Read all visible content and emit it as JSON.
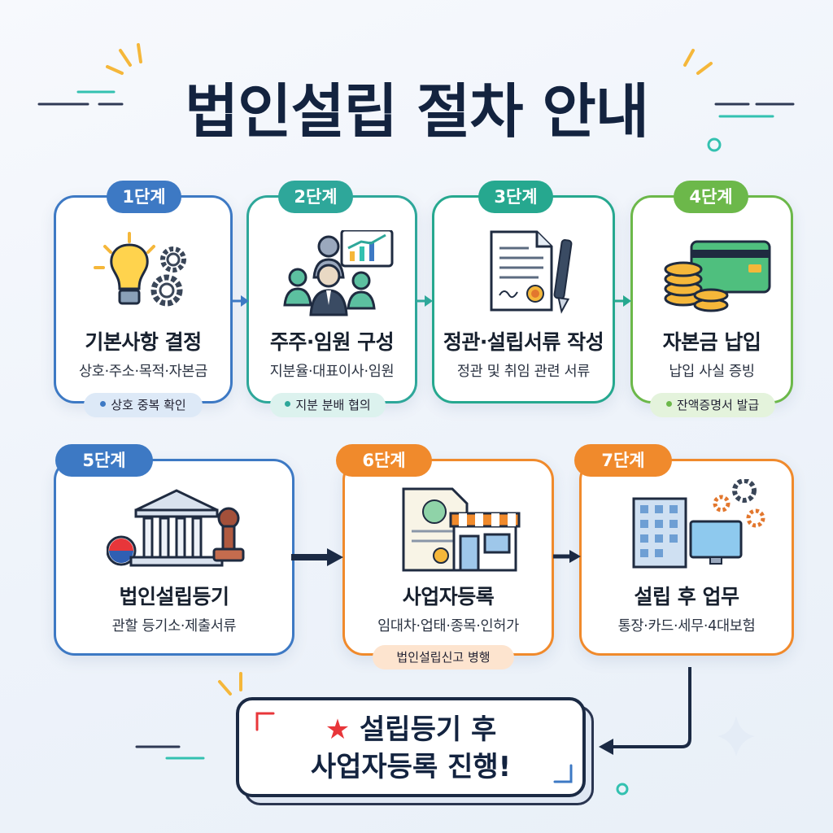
{
  "title": "법인설립 절차 안내",
  "steps": [
    {
      "badge": "1단계",
      "title": "기본사항 결정",
      "subtitle": "상호·주소·목적·자본금",
      "note": "상호 중복 확인",
      "icon": "lightbulb-gears-icon",
      "color": "#3d79c4"
    },
    {
      "badge": "2단계",
      "title": "주주·임원 구성",
      "subtitle": "지분율·대표이사·임원",
      "note": "지분 분배 협의",
      "icon": "shareholders-chart-icon",
      "color": "#2ea79a"
    },
    {
      "badge": "3단계",
      "title": "정관·설립서류 작성",
      "subtitle": "정관 및 취임 관련 서류",
      "note": "",
      "icon": "document-pen-icon",
      "color": "#26a88f"
    },
    {
      "badge": "4단계",
      "title": "자본금 납입",
      "subtitle": "납입 사실 증빙",
      "note": "잔액증명서 발급",
      "icon": "card-coins-icon",
      "color": "#6cb84a"
    },
    {
      "badge": "5단계",
      "title": "법인설립등기",
      "subtitle": "관할 등기소·제출서류",
      "note": "",
      "icon": "courthouse-stamp-icon",
      "color": "#3d79c4"
    },
    {
      "badge": "6단계",
      "title": "사업자등록",
      "subtitle": "임대차·업태·종목·인허가",
      "note": "법인설립신고 병행",
      "icon": "certificate-store-icon",
      "color": "#f08a2c"
    },
    {
      "badge": "7단계",
      "title": "설립 후 업무",
      "subtitle": "통장·카드·세무·4대보험",
      "note": "",
      "icon": "office-computer-icon",
      "color": "#f08a2c"
    }
  ],
  "callout": {
    "line1": "설립등기 후",
    "line2": "사업자등록 진행!",
    "icon": "star-icon",
    "star_color": "#e8363a"
  }
}
